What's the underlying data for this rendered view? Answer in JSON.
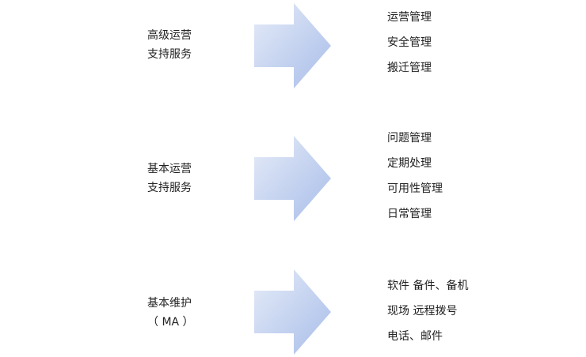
{
  "colors": {
    "arrow_light": "#e6ecf8",
    "arrow_dark": "#a8bde9",
    "text": "#222222"
  },
  "groups": [
    {
      "label_line1": "高级运营",
      "label_line2": "支持服务",
      "items": [
        "运营管理",
        "安全管理",
        "搬迁管理"
      ]
    },
    {
      "label_line1": "基本运营",
      "label_line2": "支持服务",
      "items": [
        "问题管理",
        "定期处理",
        "可用性管理",
        "日常管理"
      ]
    },
    {
      "label_line1": "基本维护",
      "label_line2": "（ MA ）",
      "items": [
        "软件 备件、备机",
        "现场 远程拨号",
        "电话、邮件"
      ]
    }
  ]
}
